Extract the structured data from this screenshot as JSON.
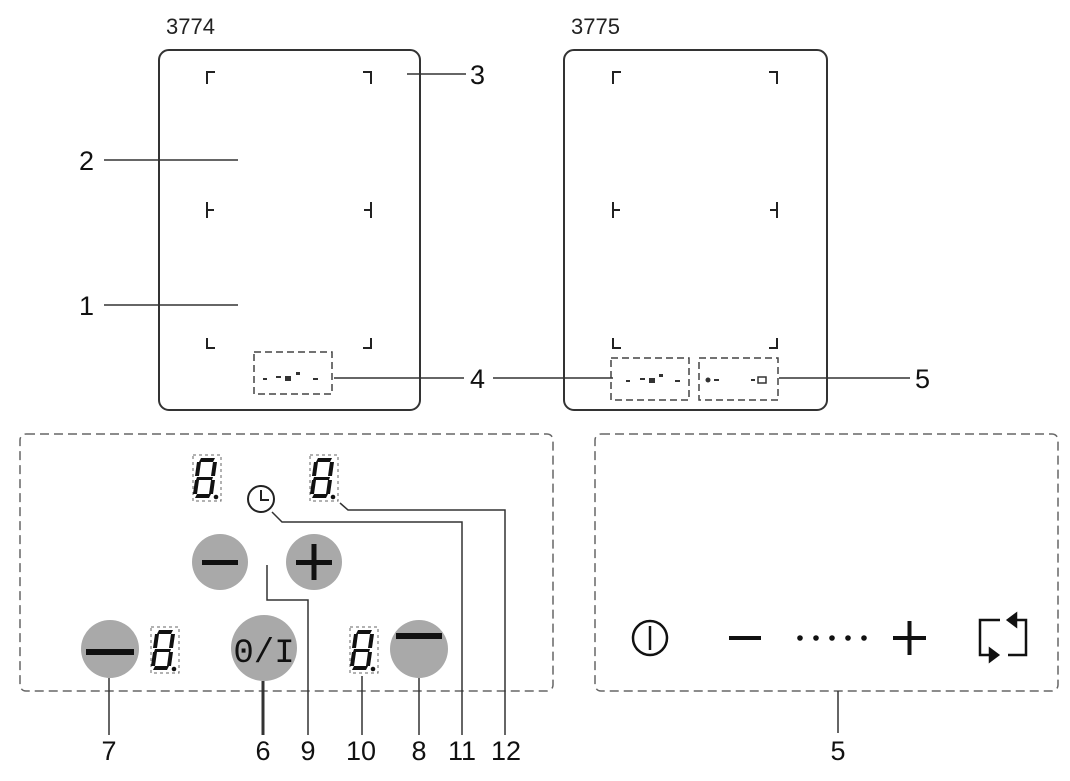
{
  "models": {
    "left": "3774",
    "right": "3775"
  },
  "callouts": {
    "c1": "1",
    "c2": "2",
    "c3": "3",
    "c4": "4",
    "c5_top": "5",
    "c5_bottom": "5",
    "c6": "6",
    "c7": "7",
    "c8": "8",
    "c9": "9",
    "c10": "10",
    "c11": "11",
    "c12": "12"
  },
  "controls": {
    "power_label": "0/I",
    "minus_symbol": "−",
    "plus_symbol": "+",
    "digit": "8"
  },
  "icons": {
    "timer": "clock-icon",
    "power": "power-icon",
    "slider_minus": "minus-icon",
    "slider_dots": "slider-dots-icon",
    "slider_plus": "plus-icon",
    "bridge": "bridge-zone-icon"
  },
  "colors": {
    "line": "#333333",
    "button_fill": "#a9a9a9",
    "dashed": "#666666"
  }
}
